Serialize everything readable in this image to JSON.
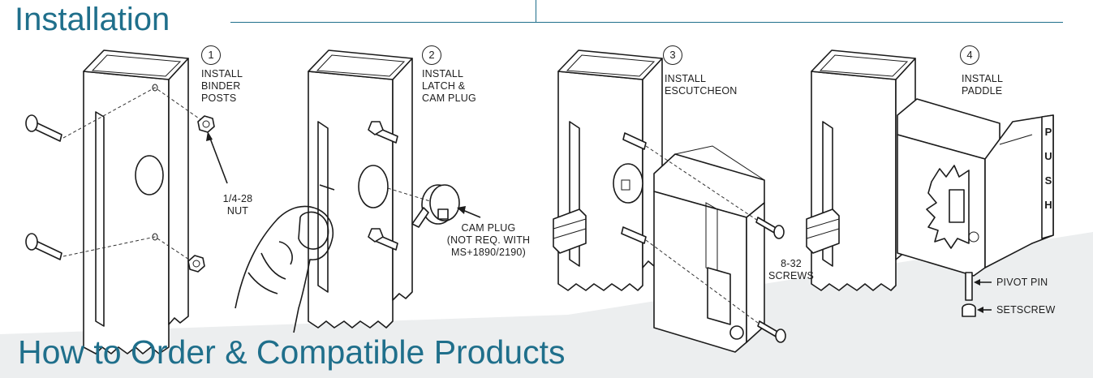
{
  "headings": {
    "installation": "Installation",
    "order": "How to Order & Compatible Products"
  },
  "steps": [
    {
      "number": "1",
      "label": "INSTALL\nBINDER\nPOSTS"
    },
    {
      "number": "2",
      "label": "INSTALL\nLATCH &\nCAM PLUG"
    },
    {
      "number": "3",
      "label": "INSTALL\nESCUTCHEON"
    },
    {
      "number": "4",
      "label": "INSTALL\nPADDLE"
    }
  ],
  "callouts": {
    "nut": "1/4-28\nNUT",
    "cam_plug": "CAM PLUG\n(NOT REQ. WITH\nMS+1890/2190)",
    "screws": "8-32\nSCREWS",
    "pivot_pin": "PIVOT PIN",
    "setscrew": "SETSCREW"
  },
  "paddle_lettering": [
    "P",
    "U",
    "S",
    "H"
  ],
  "colors": {
    "heading": "#1f6f8b",
    "rule": "#1f6f8b",
    "band": "#eceeef",
    "line": "#1b1b1b"
  }
}
